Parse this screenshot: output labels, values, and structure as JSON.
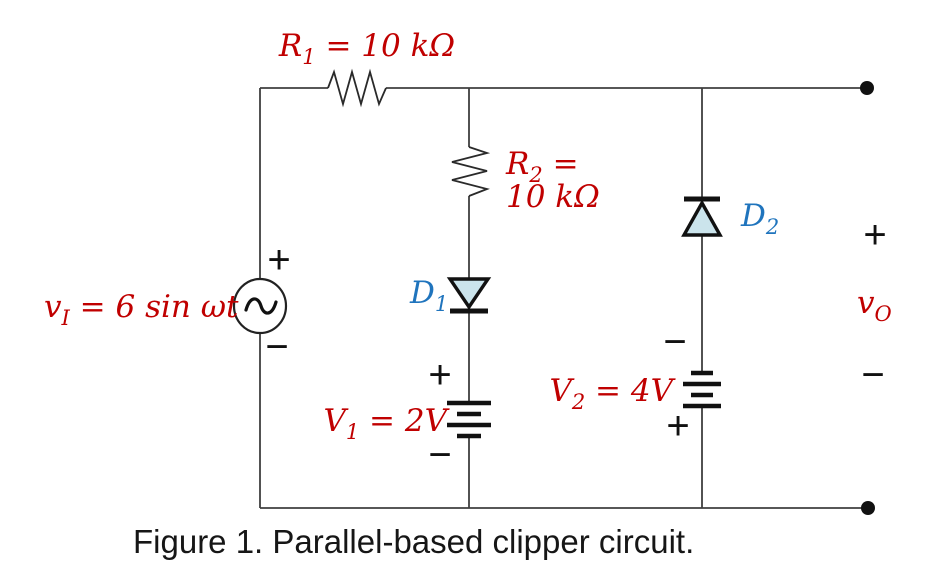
{
  "colors": {
    "label_red": "#c00000",
    "label_blue": "#1f74bd",
    "diode_fill": "#cbe4ec",
    "wire": "#3f3f3f"
  },
  "labels": {
    "r1": {
      "name": "R",
      "sub": "1",
      "value": " = 10 kΩ"
    },
    "r2": {
      "name": "R",
      "sub": "2",
      "eq": " =",
      "value": "10 kΩ"
    },
    "vin": {
      "name": "v",
      "sub": "I",
      "value": " = 6 sin ωt"
    },
    "vout": {
      "name": "v",
      "sub": "O"
    },
    "d1": {
      "name": "D",
      "sub": "1"
    },
    "d2": {
      "name": "D",
      "sub": "2"
    },
    "v1": {
      "name": "V",
      "sub": "1",
      "value": " = 2V"
    },
    "v2": {
      "name": "V",
      "sub": "2",
      "value": " = 4V"
    }
  },
  "signs": {
    "plus": "+",
    "minus": "−"
  },
  "caption": "Figure 1. Parallel-based clipper circuit."
}
